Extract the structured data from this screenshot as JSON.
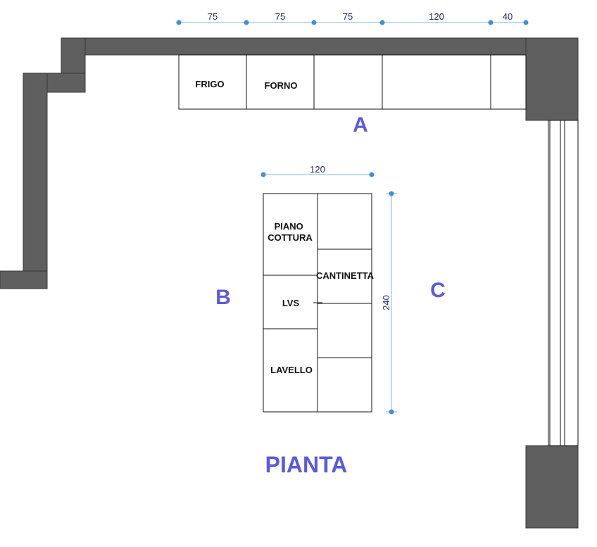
{
  "plan": {
    "title": "PIANTA",
    "walls": {
      "a": "A",
      "b": "B",
      "c": "C"
    },
    "wall_a": {
      "cabinets": [
        "FRIGO",
        "FORNO",
        "",
        "",
        ""
      ],
      "dimensions": [
        "75",
        "75",
        "75",
        "120",
        "40"
      ]
    },
    "island": {
      "width_dimension": "120",
      "length_dimension": "240",
      "left_column": [
        "PIANO COTTURA",
        "LVS",
        "LAVELLO"
      ],
      "right_column": [
        "CANTINETTA"
      ]
    }
  },
  "colors": {
    "wall": "#5f5f5f",
    "accent": "#5a5ae0",
    "dimension_line": "#7fb6e6",
    "dimension_dot": "#3f8fd8",
    "dimension_text": "#222a6e"
  }
}
